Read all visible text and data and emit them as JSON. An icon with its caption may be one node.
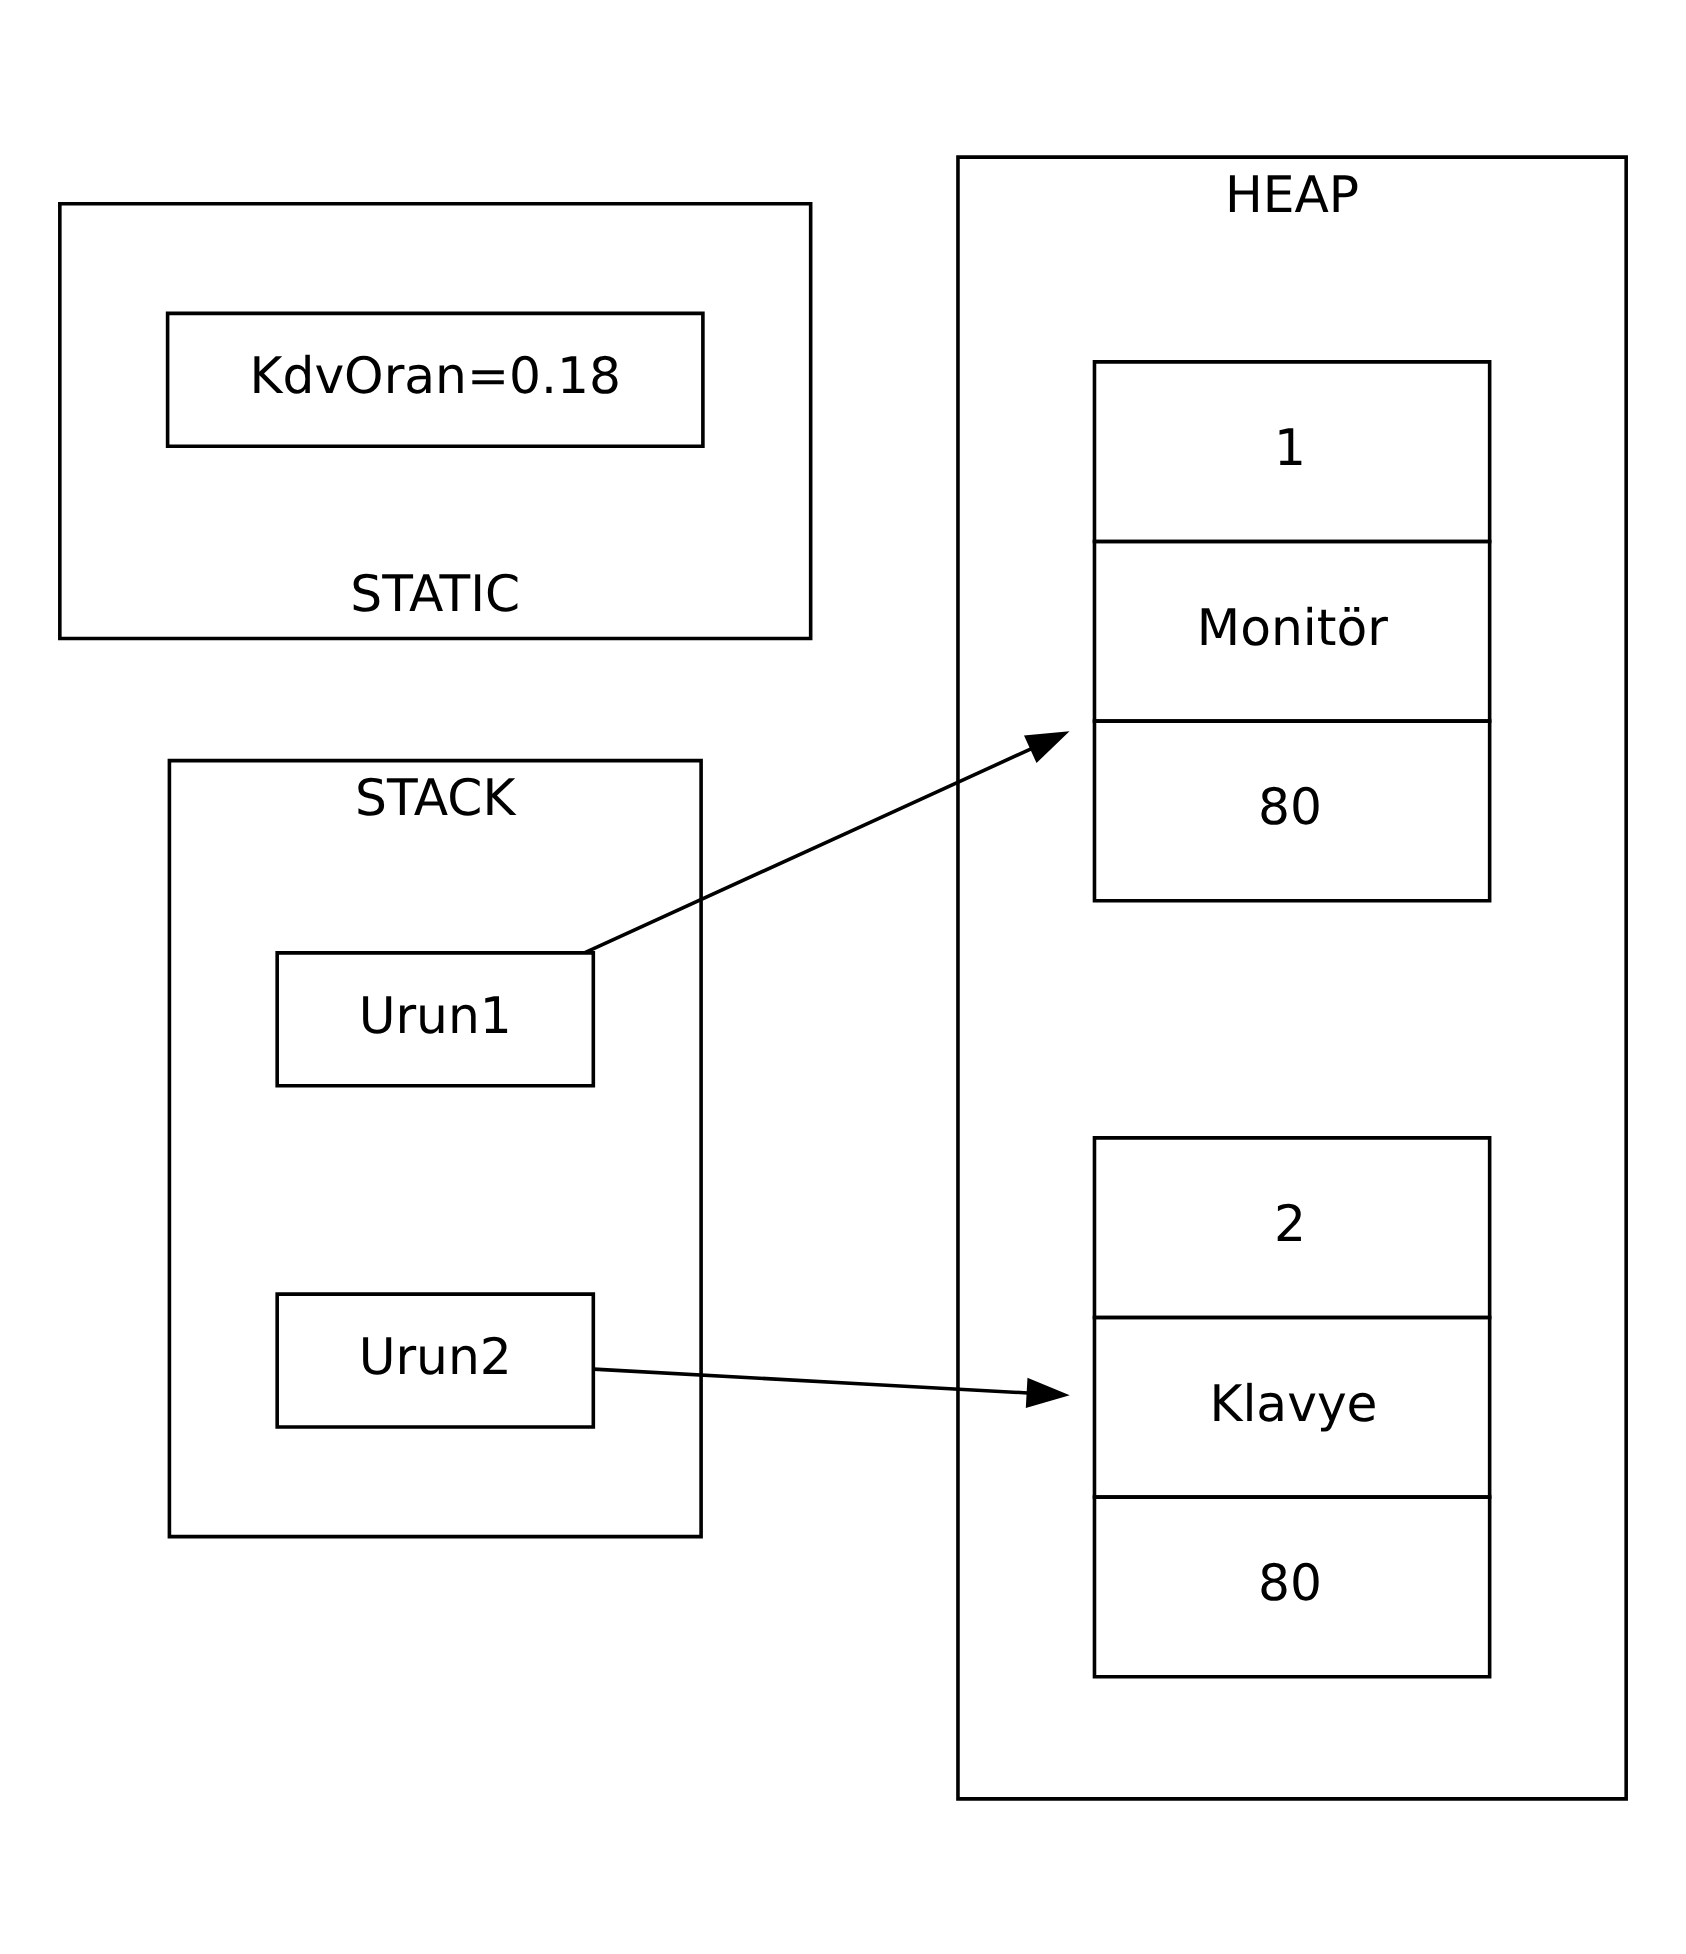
{
  "diagram": {
    "nodes": [
      {
        "text": [
          "STACK"
        ]
      },
      {
        "text": [
          "HEAP"
        ]
      },
      {
        "text": [
          "Urun1"
        ],
        "in": 0
      },
      {
        "text": [
          "1",
          "Monitör",
          "80"
        ],
        "in": 1
      },
      {
        "text": [
          "Urun2"
        ],
        "in": 0
      },
      {
        "text": [
          "2",
          "Klavye",
          "80"
        ],
        "in": 1
      },
      {
        "text": [
          "STATIC"
        ]
      },
      {
        "text": [
          "KdvOran=0.18"
        ],
        "in": 6
      }
    ],
    "edges": [
      {
        "from": 2,
        "to": 3,
        "arrow": "to"
      },
      {
        "from": 4,
        "to": 5,
        "arrow": "to"
      }
    ]
  }
}
